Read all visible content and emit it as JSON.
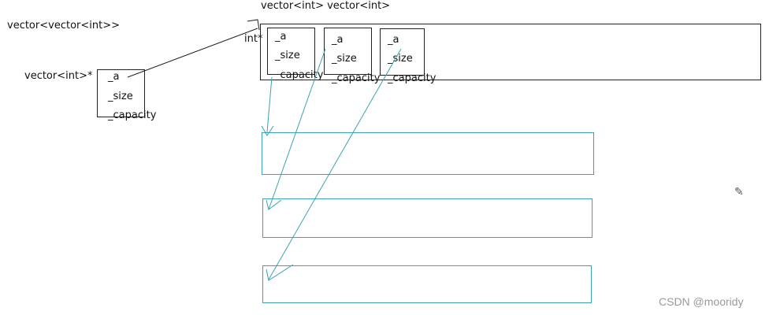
{
  "labels": {
    "outer_type": "vector<vector<int>>",
    "outer_ptr": "vector<int>*",
    "row_types": "vector<int> vector<int>",
    "int_ptr": "int*"
  },
  "pointer_block": {
    "fields": [
      "_a",
      "_size",
      "_capacity"
    ]
  },
  "vector_blocks": [
    {
      "fields": [
        "_a",
        "_size",
        "_capacity"
      ]
    },
    {
      "fields": [
        "_a",
        "_size",
        "_capacity"
      ]
    },
    {
      "fields": [
        "_a",
        "_size",
        "_capacity"
      ]
    }
  ],
  "watermark": "CSDN @mooridy",
  "icons": {
    "pencil": "pencil-icon"
  },
  "colors": {
    "teal": "#3aa3b5",
    "black": "#222222"
  }
}
